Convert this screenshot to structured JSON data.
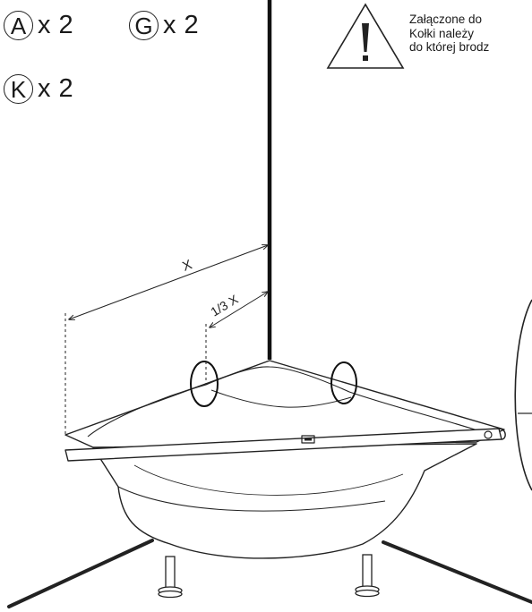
{
  "parts": [
    {
      "letter": "A",
      "qty": "x 2"
    },
    {
      "letter": "G",
      "qty": "x 2"
    },
    {
      "letter": "K",
      "qty": "x 2"
    }
  ],
  "warning": {
    "icon": "warning-triangle-icon",
    "lines": [
      "Załączone do",
      "Kołki  należy",
      "do której brodz"
    ]
  },
  "measure": {
    "full_label": "X",
    "third_label": "1/3 X"
  }
}
